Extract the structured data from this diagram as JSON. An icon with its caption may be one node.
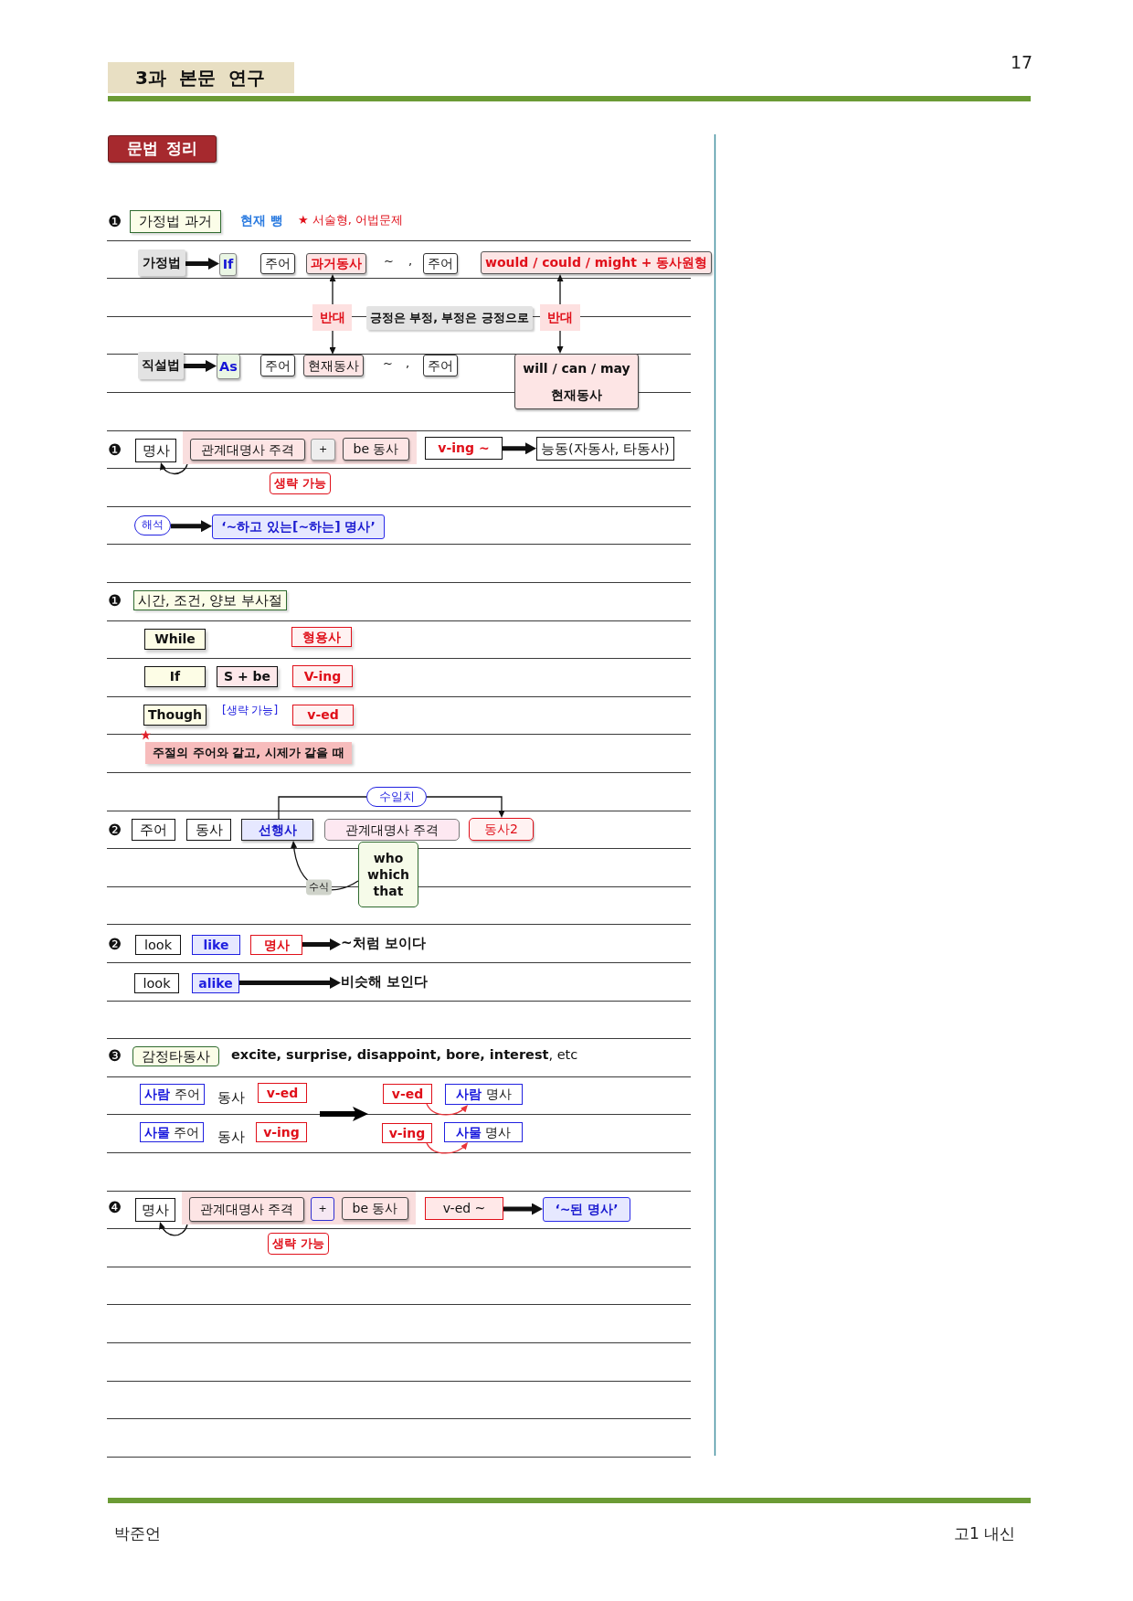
{
  "diagram": {
    "title": "3과 본문 연구",
    "nodes": [
      {
        "text": [
          "문법 정리"
        ]
      },
      {
        "text": [
          "가정법 과거"
        ]
      },
      {
        "text": [
          "가정법"
        ]
      },
      {
        "text": [
          "If"
        ]
      },
      {
        "text": [
          "주어"
        ]
      },
      {
        "text": [
          "과거동사"
        ]
      },
      {
        "text": [
          "주어"
        ]
      },
      {
        "text": [
          "would / could / might + 동사원형"
        ]
      },
      {
        "text": [
          "반대"
        ]
      },
      {
        "text": [
          "긍정은 부정, 부정은 긍정으로"
        ]
      },
      {
        "text": [
          "반대"
        ]
      },
      {
        "text": [
          "직설법"
        ]
      },
      {
        "text": [
          "As"
        ]
      },
      {
        "text": [
          "주어"
        ]
      },
      {
        "text": [
          "현재동사"
        ]
      },
      {
        "text": [
          "주어"
        ]
      },
      {
        "text": [
          "will / can / may",
          "현재동사"
        ]
      },
      {
        "text": [
          "명사"
        ]
      },
      {
        "text": [],
        "shape": "box"
      },
      {
        "text": [
          "관계대명사 주격"
        ],
        "in": 18
      },
      {
        "text": [
          "+"
        ],
        "in": 18
      },
      {
        "text": [
          "be 동사"
        ],
        "in": 18
      },
      {
        "text": [
          "v-ing ~"
        ]
      },
      {
        "text": [
          "능동(자동사, 타동사)"
        ]
      },
      {
        "text": [
          "생략 가능"
        ]
      },
      {
        "text": [
          "해석"
        ]
      },
      {
        "text": [
          "‘~하고 있는[~하는] 명사’"
        ]
      },
      {
        "text": [
          "시간, 조건, 양보 부사절"
        ]
      },
      {
        "text": [
          "While"
        ]
      },
      {
        "text": [
          "형용사"
        ]
      },
      {
        "text": [
          "If"
        ]
      },
      {
        "text": [
          "S + be"
        ]
      },
      {
        "text": [
          "V-ing"
        ]
      },
      {
        "text": [
          "Though"
        ]
      },
      {
        "text": [
          "v-ed"
        ]
      },
      {
        "text": [
          "주절의 주어와 같고, 시제가 같을 때"
        ]
      },
      {
        "text": [
          "수일치"
        ]
      },
      {
        "text": [
          "주어"
        ]
      },
      {
        "text": [
          "동사"
        ]
      },
      {
        "text": [
          "선행사"
        ]
      },
      {
        "text": [
          "관계대명사 주격"
        ]
      },
      {
        "text": [
          "동사2"
        ]
      },
      {
        "text": [
          "who which that"
        ]
      },
      {
        "text": [
          "look"
        ]
      },
      {
        "text": [
          "like"
        ]
      },
      {
        "text": [
          "명사"
        ]
      },
      {
        "text": [
          "~처럼 보이다"
        ]
      },
      {
        "text": [
          "look"
        ]
      },
      {
        "text": [
          "alike"
        ]
      },
      {
        "text": [
          "비슷해 보인다"
        ]
      },
      {
        "text": [
          "감정타동사"
        ]
      },
      {
        "text": [
          "**사람** 주어"
        ]
      },
      {
        "text": [
          "v-ed"
        ]
      },
      {
        "text": [
          "v-ed"
        ]
      },
      {
        "text": [
          "**사람** 명사"
        ]
      },
      {
        "text": [
          "**사물** 주어"
        ]
      },
      {
        "text": [
          "v-ing"
        ]
      },
      {
        "text": [
          "v-ing"
        ]
      },
      {
        "text": [
          "**사물** 명사"
        ]
      },
      {
        "text": [
          "명사"
        ]
      },
      {
        "text": [],
        "shape": "box"
      },
      {
        "text": [
          "관계대명사 주격"
        ],
        "in": 60
      },
      {
        "text": [
          "+"
        ],
        "in": 60
      },
      {
        "text": [
          "be 동사"
        ],
        "in": 60
      },
      {
        "text": [
          "v-ed ~"
        ]
      },
      {
        "text": [
          "‘~된 명사’"
        ]
      },
      {
        "text": [
          "생략 가능"
        ]
      }
    ],
    "edges": [
      {
        "from": 2,
        "to": 3,
        "arrow": "to",
        "style": "thick"
      },
      {
        "from": 8,
        "to": 5,
        "arrow": "to"
      },
      {
        "from": 8,
        "to": 14,
        "arrow": "to"
      },
      {
        "from": 10,
        "to": 7,
        "arrow": "to"
      },
      {
        "from": 10,
        "to": 16,
        "arrow": "to"
      },
      {
        "from": 11,
        "to": 12,
        "arrow": "to",
        "style": "thick"
      },
      {
        "from": 18,
        "to": 17,
        "arrow": "to"
      },
      {
        "from": 22,
        "to": 23,
        "arrow": "to",
        "style": "thick"
      },
      {
        "from": 25,
        "to": 26,
        "arrow": "to",
        "style": "thick"
      },
      {
        "from": 39,
        "to": 36,
        "arrow": "none"
      },
      {
        "from": 36,
        "to": 41,
        "arrow": "to"
      },
      {
        "from": 42,
        "to": 39,
        "arrow": "to",
        "label": "수식"
      },
      {
        "from": 45,
        "to": 46,
        "arrow": "to",
        "style": "thick"
      },
      {
        "from": 48,
        "to": 49,
        "arrow": "to",
        "style": "thick"
      },
      {
        "from": 53,
        "to": 54,
        "arrow": "to",
        "color": "#e8343a"
      },
      {
        "from": 57,
        "to": 58,
        "arrow": "to",
        "color": "#e8343a"
      },
      {
        "from": 60,
        "to": 59,
        "arrow": "to"
      },
      {
        "from": 64,
        "to": 65,
        "arrow": "to",
        "style": "thick"
      }
    ],
    "labels": [
      "17",
      "❶",
      "현재 뻥",
      "★ 서술형, 어법문제",
      "~",
      ",",
      "~",
      ",",
      "❶",
      "❶",
      "[생략 가능]",
      "❷",
      "❷",
      "❸",
      "**excite, surprise, disappoint, bore, interest**, etc",
      "동사",
      "동사",
      "❹",
      "박준언",
      "고1 내신"
    ]
  }
}
